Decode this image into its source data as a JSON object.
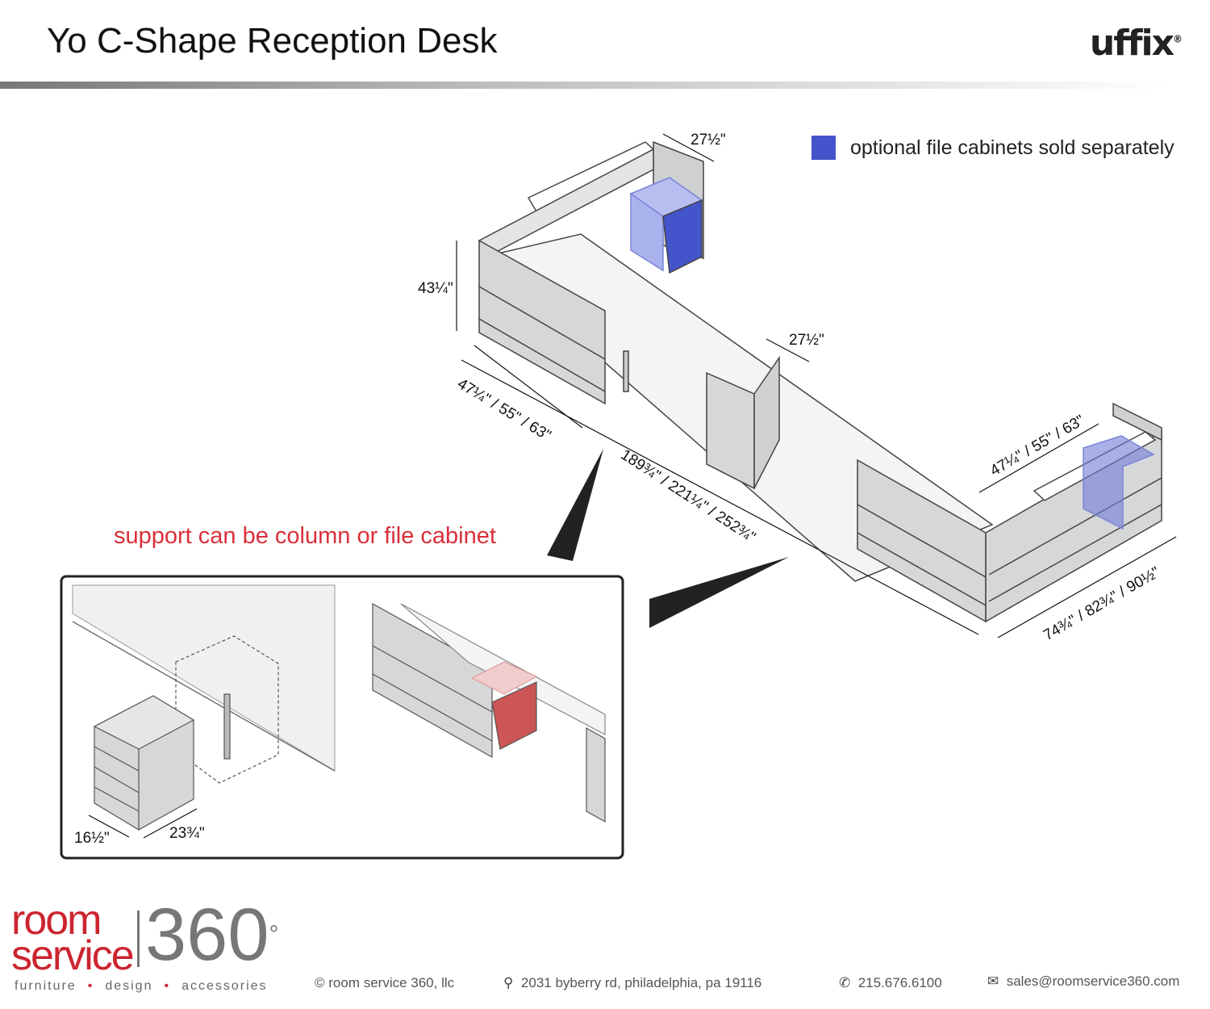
{
  "header": {
    "title": "Yo C-Shape Reception Desk",
    "brand": "uffix",
    "brand_mark": "®"
  },
  "legend": {
    "label": "optional file cabinets sold separately",
    "color": "#4455cc"
  },
  "callout": {
    "text": "support can be column or file cabinet",
    "color": "#d9303a"
  },
  "dimensions": {
    "depth_top": "27½\"",
    "height": "43¼\"",
    "left_return": "47¼\" / 55\" / 63\"",
    "main_length": "189¾\" / 221¼\" / 252¾\"",
    "depth_mid": "27½\"",
    "right_return": "47¼\" / 55\" / 63\"",
    "right_length": "74¾\" / 82¾\" / 90½\"",
    "cabinet_width": "16½\"",
    "cabinet_depth": "23¾\""
  },
  "footer": {
    "logo_line1": "room",
    "logo_line2": "service",
    "logo_number": "360",
    "logo_degree": "°",
    "tagline": [
      "furniture",
      "design",
      "accessories"
    ],
    "tag_separator": "•",
    "copyright": "© room service 360, llc",
    "address": "2031 byberry rd, philadelphia, pa 19116",
    "phone": "215.676.6100",
    "email": "sales@roomservice360.com"
  }
}
